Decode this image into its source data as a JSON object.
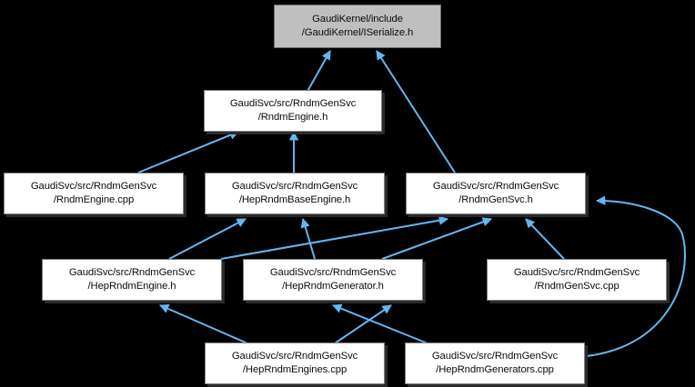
{
  "diagram": {
    "type": "dependency-graph",
    "title": "GaudiKernel/include/GaudiKernel/ISerialize.h include dependency graph",
    "colors": {
      "edge": "#63b8f0",
      "root_fill": "#bfbfbf",
      "node_fill": "#ffffff",
      "node_border": "#808080",
      "background": "#000000",
      "text": "#0c0c0c"
    },
    "nodes": [
      {
        "id": "iserialize",
        "line1": "GaudiKernel/include",
        "line2": "/GaudiKernel/ISerialize.h",
        "is_root": true
      },
      {
        "id": "rndmengine_h",
        "line1": "GaudiSvc/src/RndmGenSvc",
        "line2": "/RndmEngine.h",
        "is_root": false
      },
      {
        "id": "rndmengine_cpp",
        "line1": "GaudiSvc/src/RndmGenSvc",
        "line2": "/RndmEngine.cpp",
        "is_root": false
      },
      {
        "id": "heprndmbaseengine_h",
        "line1": "GaudiSvc/src/RndmGenSvc",
        "line2": "/HepRndmBaseEngine.h",
        "is_root": false
      },
      {
        "id": "rndmgensvc_h",
        "line1": "GaudiSvc/src/RndmGenSvc",
        "line2": "/RndmGenSvc.h",
        "is_root": false
      },
      {
        "id": "heprndmengine_h",
        "line1": "GaudiSvc/src/RndmGenSvc",
        "line2": "/HepRndmEngine.h",
        "is_root": false
      },
      {
        "id": "heprndmgenerator_h",
        "line1": "GaudiSvc/src/RndmGenSvc",
        "line2": "/HepRndmGenerator.h",
        "is_root": false
      },
      {
        "id": "rndmgensvc_cpp",
        "line1": "GaudiSvc/src/RndmGenSvc",
        "line2": "/RndmGenSvc.cpp",
        "is_root": false
      },
      {
        "id": "heprndmengines_cpp",
        "line1": "GaudiSvc/src/RndmGenSvc",
        "line2": "/HepRndmEngines.cpp",
        "is_root": false
      },
      {
        "id": "heprndmgenerators_cpp",
        "line1": "GaudiSvc/src/RndmGenSvc",
        "line2": "/HepRndmGenerators.cpp",
        "is_root": false
      }
    ],
    "edges": [
      {
        "from": "rndmengine_h",
        "to": "iserialize"
      },
      {
        "from": "rndmgensvc_h",
        "to": "iserialize"
      },
      {
        "from": "rndmengine_cpp",
        "to": "rndmengine_h"
      },
      {
        "from": "heprndmbaseengine_h",
        "to": "rndmengine_h"
      },
      {
        "from": "heprndmengine_h",
        "to": "heprndmbaseengine_h"
      },
      {
        "from": "heprndmgenerator_h",
        "to": "heprndmbaseengine_h"
      },
      {
        "from": "heprndmengine_h",
        "to": "rndmgensvc_h"
      },
      {
        "from": "heprndmgenerator_h",
        "to": "rndmgensvc_h"
      },
      {
        "from": "rndmgensvc_cpp",
        "to": "rndmgensvc_h"
      },
      {
        "from": "heprndmengines_cpp",
        "to": "heprndmengine_h"
      },
      {
        "from": "heprndmengines_cpp",
        "to": "heprndmgenerator_h"
      },
      {
        "from": "heprndmgenerators_cpp",
        "to": "heprndmgenerator_h"
      },
      {
        "from": "heprndmgenerators_cpp",
        "to": "rndmgensvc_h"
      }
    ]
  }
}
